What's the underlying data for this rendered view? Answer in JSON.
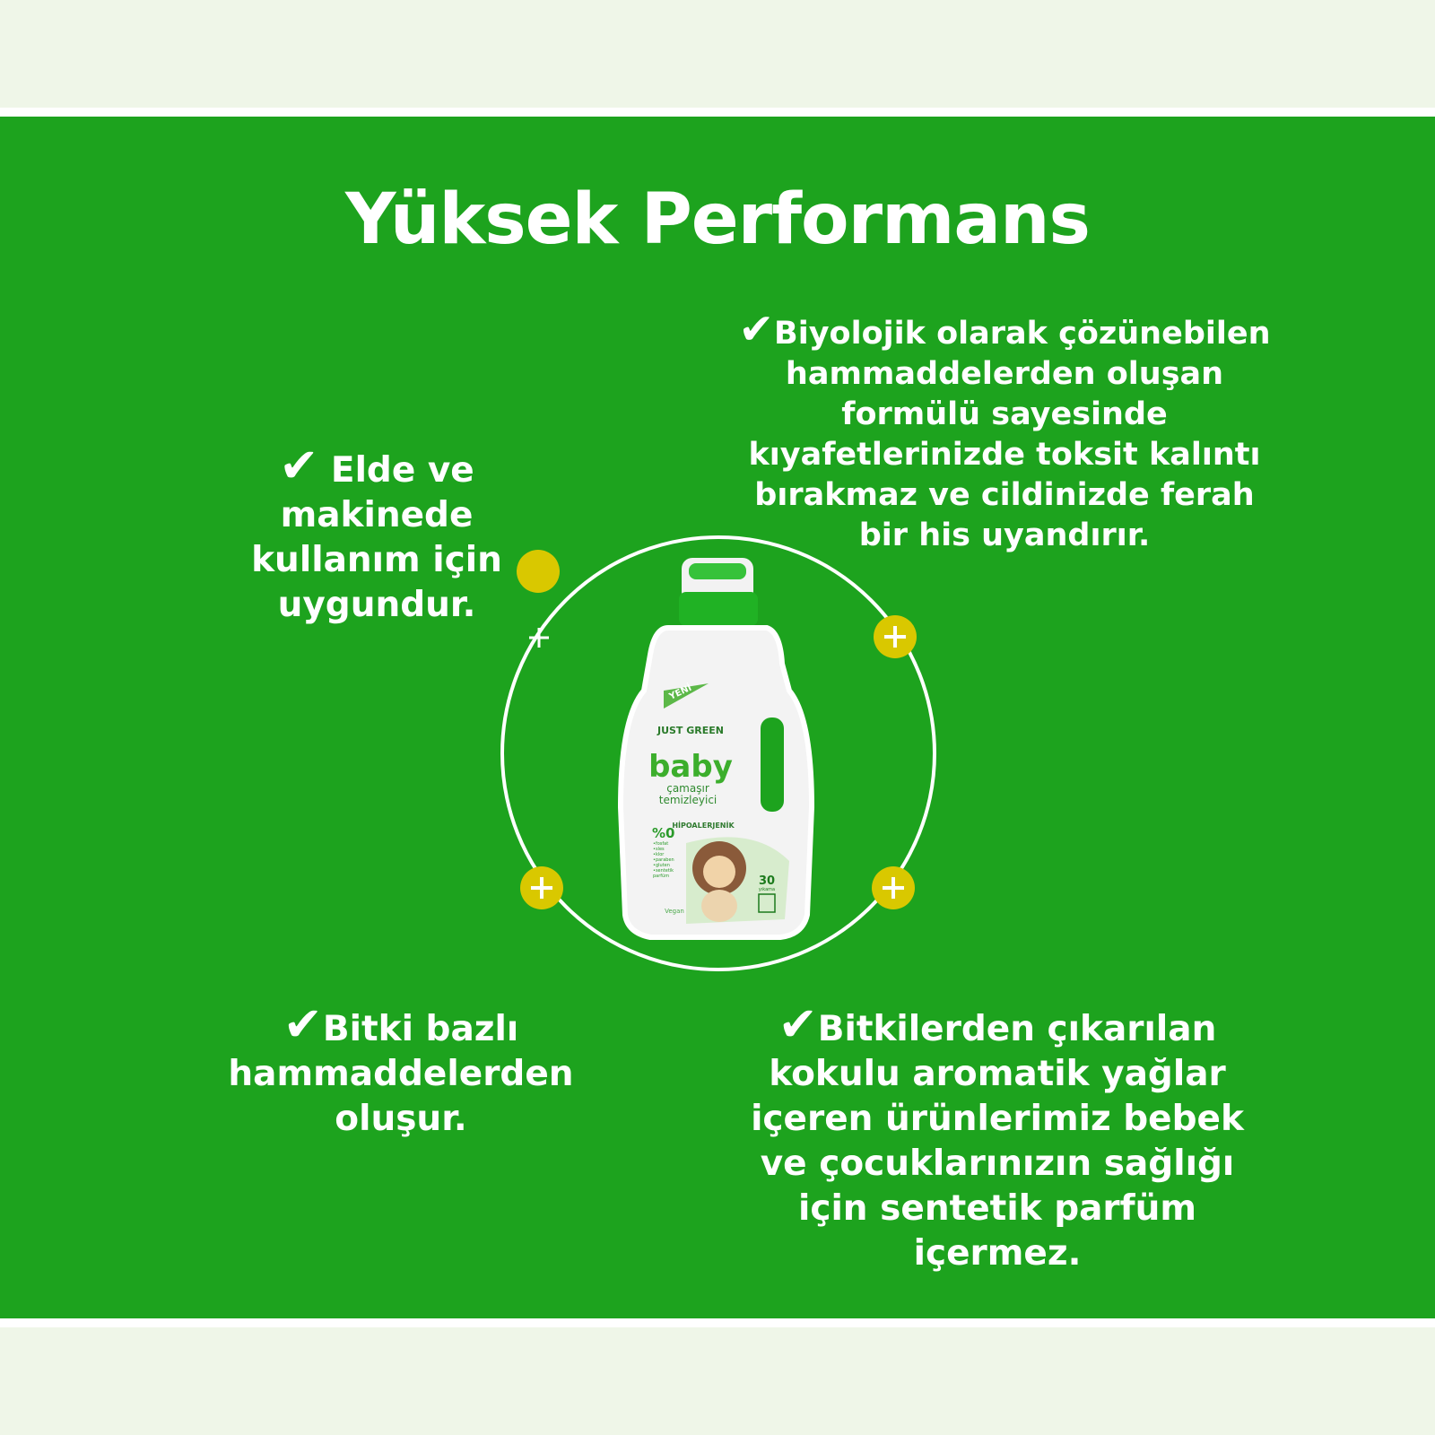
{
  "colors": {
    "background": "#eff6e8",
    "panel": "#1da31e",
    "accent": "#d9c800",
    "text": "#ffffff"
  },
  "title": "Yüksek Performans",
  "features": [
    {
      "icon": "check-icon",
      "text": "Elde ve\nmakinede\nkullanım için\nuygundur."
    },
    {
      "icon": "check-icon",
      "text": "Biyolojik olarak çözünebilen\nhammaddelerden oluşan\nformülü sayesinde\nkıyafetlerinizde toksit kalıntı\nbırakmaz ve cildinizde ferah\nbir his uyandırır."
    },
    {
      "icon": "check-icon",
      "text": "Bitki bazlı\nhammaddelerden\noluşur."
    },
    {
      "icon": "check-icon",
      "text": "Bitkilerden çıkarılan\nkokulu aromatik yağlar\niçeren ürünlerimiz bebek\nve çocuklarınızın sağlığı\niçin sentetik parfüm\niçermez."
    }
  ],
  "product": {
    "badge": "YENİ",
    "brand": "JUST GREEN",
    "name": "baby",
    "subtitle1": "çamaşır",
    "subtitle2": "temizleyici",
    "claim": "HİPOALERJENİK",
    "zero": "%0",
    "free_of": [
      "•fosfat",
      "•sles",
      "•klor",
      "•paraben",
      "•gluten",
      "•sentetik",
      "parfüm"
    ],
    "washes": "30",
    "washes_label": "yıkama",
    "vegan": "Vegan"
  }
}
